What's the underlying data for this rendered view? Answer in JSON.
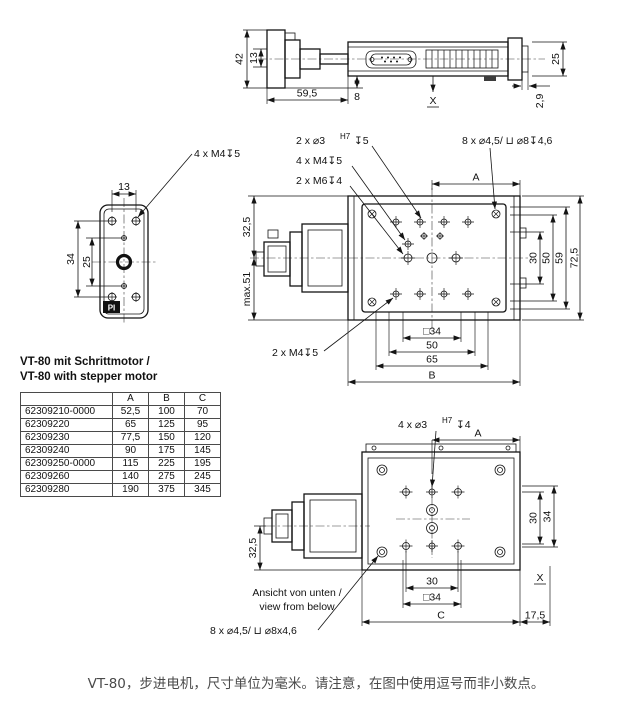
{
  "meta": {
    "caption": "VT-80，步进电机，尺寸单位为毫米。请注意，在图中使用逗号而非小数点。"
  },
  "side_view": {
    "dims": {
      "height_42": "42",
      "height_13": "13",
      "width_59_5": "59,5",
      "height_8": "8",
      "axis_x": "X",
      "height_25": "25",
      "thickness_2_9": "2,9"
    }
  },
  "end_view": {
    "hole_label": "4 x M4↧5",
    "dims": {
      "width_13": "13",
      "height_34": "34",
      "height_25": "25"
    },
    "logo": "PI"
  },
  "top_view": {
    "labels": {
      "pin_prefix": "2 x ⌀3",
      "pin_fit": "H7",
      "pin_depth": "↧5",
      "m4_top": "4 x M4↧5",
      "m6": "2 x M6↧4",
      "counterbore": "8 x ⌀4,5/ ⊔ ⌀8↧4,6",
      "m4_bottom": "2 x M4↧5"
    },
    "dims": {
      "a": "A",
      "left_32_5": "32,5",
      "left_max51": "max.51",
      "right_30": "30",
      "right_50": "50",
      "right_59": "59",
      "right_72_5": "72,5",
      "bottom_sq34": "□34",
      "bottom_50": "50",
      "bottom_65": "65",
      "b": "B"
    }
  },
  "bottom_view": {
    "labels": {
      "pin_prefix": "4 x ⌀3",
      "pin_fit": "H7",
      "pin_depth": "↧4",
      "counterbore": "8 x ⌀4,5/ ⊔ ⌀8x4,6",
      "note_line1": "Ansicht von unten /",
      "note_line2": "view from below"
    },
    "dims": {
      "a": "A",
      "right_30": "30",
      "right_34": "34",
      "left_32_5": "32,5",
      "bottom_30": "30",
      "bottom_sq34": "□34",
      "c": "C",
      "offset_17_5": "17,5",
      "axis_x": "X"
    }
  },
  "table": {
    "title_line1": "VT-80 mit Schrittmotor /",
    "title_line2": "VT-80 with stepper motor",
    "headers": [
      "",
      "A",
      "B",
      "C"
    ],
    "rows": [
      [
        "62309210-0000",
        "52,5",
        "100",
        "70"
      ],
      [
        "62309220",
        "65",
        "125",
        "95"
      ],
      [
        "62309230",
        "77,5",
        "150",
        "120"
      ],
      [
        "62309240",
        "90",
        "175",
        "145"
      ],
      [
        "62309250-0000",
        "115",
        "225",
        "195"
      ],
      [
        "62309260",
        "140",
        "275",
        "245"
      ],
      [
        "62309280",
        "190",
        "375",
        "345"
      ]
    ]
  }
}
